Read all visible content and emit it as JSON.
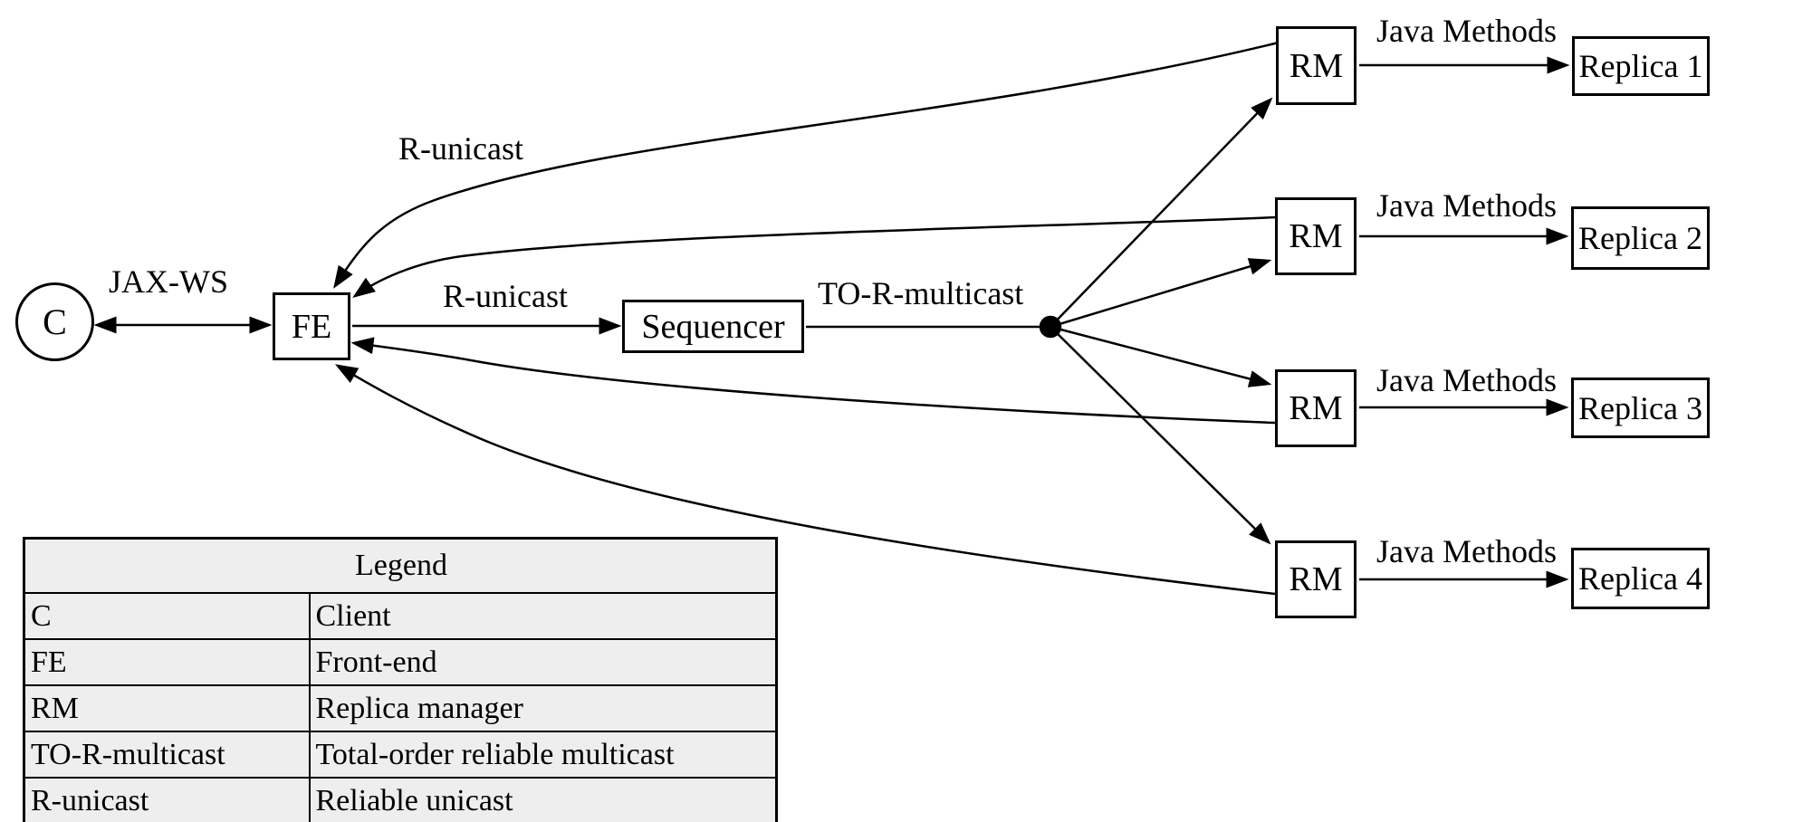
{
  "diagram": {
    "nodes": {
      "client": "C",
      "fe": "FE",
      "sequencer": "Sequencer",
      "rm1": "RM",
      "rm2": "RM",
      "rm3": "RM",
      "rm4": "RM",
      "replica1": "Replica 1",
      "replica2": "Replica 2",
      "replica3": "Replica 3",
      "replica4": "Replica 4"
    },
    "edge_labels": {
      "jax_ws": "JAX-WS",
      "r_unicast_return": "R-unicast",
      "r_unicast_forward": "R-unicast",
      "to_r_multicast": "TO-R-multicast",
      "java_methods": [
        "Java Methods",
        "Java Methods",
        "Java Methods",
        "Java Methods"
      ]
    }
  },
  "legend": {
    "title": "Legend",
    "rows": [
      {
        "term": "C",
        "definition": "Client"
      },
      {
        "term": "FE",
        "definition": "Front-end"
      },
      {
        "term": "RM",
        "definition": "Replica manager"
      },
      {
        "term": "TO-R-multicast",
        "definition": "Total-order reliable multicast"
      },
      {
        "term": "R-unicast",
        "definition": "Reliable unicast"
      }
    ]
  },
  "colors": {
    "line": "#000000",
    "legend_background": "#eeeeee",
    "page_background": "#ffffff"
  }
}
